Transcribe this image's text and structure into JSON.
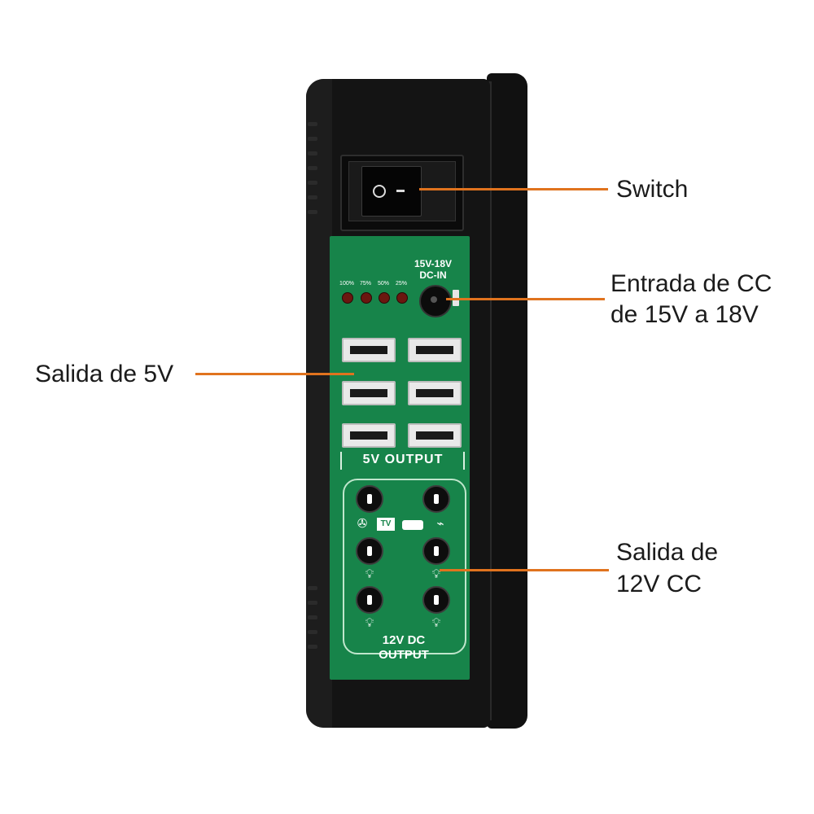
{
  "labels": {
    "switch": "Switch",
    "dc_in_line1": "Entrada de CC",
    "dc_in_line2": "de 15V a 18V",
    "usb_out": "Salida de 5V",
    "dc_out_line1": "Salida de",
    "dc_out_line2": "12V CC"
  },
  "pcb": {
    "dc_in_voltage": "15V-18V",
    "dc_in_label": "DC-IN",
    "battery_levels": [
      "100%",
      "75%",
      "50%",
      "25%"
    ],
    "usb_section_label": "5V OUTPUT",
    "dc_section_line1": "12V DC",
    "dc_section_line2": "OUTPUT",
    "tv_label": "TV"
  },
  "switch_state_symbols": {
    "off": "o",
    "on": "–"
  },
  "colors": {
    "callout_line": "#e0731e",
    "pcb_green": "#17844a",
    "device_body": "#141414",
    "led_off": "#6b1710"
  }
}
